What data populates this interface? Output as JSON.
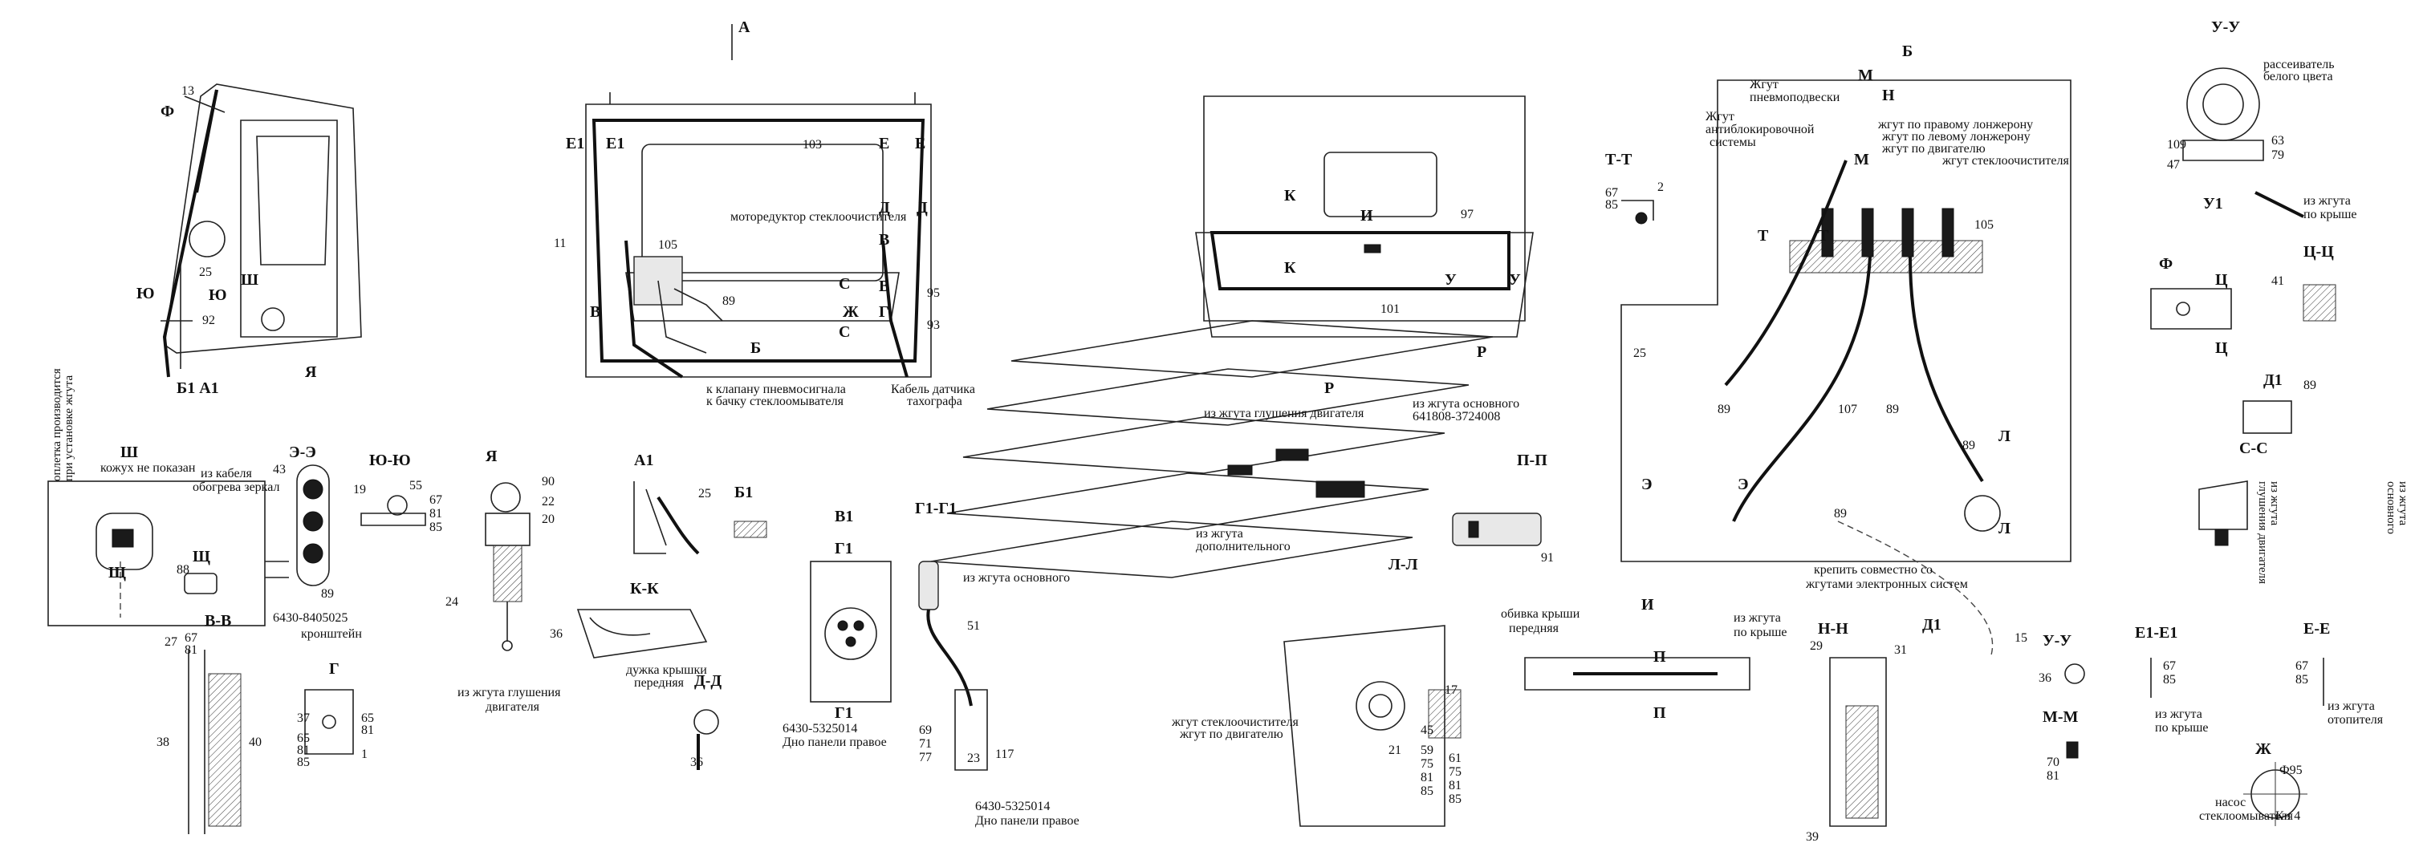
{
  "views": {
    "sec_A": "А",
    "sec_B": "Б",
    "sec_UU": "У-У",
    "sec_TT": "Т-Т",
    "sec_Sh": "Ш",
    "sec_EE": "Э-Э",
    "sec_YuYu": "Ю-Ю",
    "sec_Ya": "Я",
    "sec_A1": "А1",
    "sec_B1": "Б1",
    "sec_V1": "В1",
    "sec_G1G1": "Г1-Г1",
    "sec_G1": "Г1",
    "sec_G1b": "Г1",
    "sec_KK": "К-К",
    "sec_VV": "В-В",
    "sec_G": "Г",
    "sec_DD": "Д-Д",
    "sec_PP": "П-П",
    "sec_LL": "Л-Л",
    "sec_I": "И",
    "sec_NN": "Н-Н",
    "sec_UU2": "У-У",
    "sec_MM": "М-М",
    "sec_E1E1": "Е1-Е1",
    "sec_EE2": "Е-Е",
    "sec_Zh": "Ж",
    "sec_CC": "Ц-Ц",
    "sec_SS": "С-С",
    "sec_D1": "Д1",
    "sec_F": "Ф",
    "sec_Shch": "Щ",
    "sec_R": "Р"
  },
  "labels": {
    "l13": "13",
    "lF": "Ф",
    "l25a": "25",
    "lYu": "Ю",
    "lYu2": "Ю",
    "lSh": "Ш",
    "l92": "92",
    "lYa": "Я",
    "lB1A1": "Б1 А1",
    "lE1a": "Е1",
    "lE1b": "Е1",
    "l103": "103",
    "lEa": "Е",
    "lEb": "Е",
    "lDa": "Д",
    "lDb": "Д",
    "l11": "11",
    "l105a": "105",
    "l89a": "89",
    "lVa": "В",
    "lVb": "В",
    "lSa": "С",
    "lSb": "С",
    "lZh": "Ж",
    "lVc": "В",
    "lG": "Г",
    "l95": "95",
    "l93": "93",
    "lBa": "Б",
    "motoreduktor": "моторедуктор стеклоочистителя",
    "klapan": "к клапану пневмосигнала",
    "bachok": "к бачку стеклоомывателя",
    "kabel_tacho1": "Кабель датчика",
    "kabel_tacho2": "тахографа",
    "lK1": "К",
    "lK2": "К",
    "lI": "И",
    "l97": "97",
    "lU1": "У",
    "lU2": "У",
    "l101": "101",
    "lR1": "Р",
    "lR2": "Р",
    "iz_glush": "из жгута глушения двигателя",
    "iz_osn1": "из жгута основного",
    "iz_osn2": "641808-3724008",
    "iz_dop1": "из жгута",
    "iz_dop2": "дополнительного",
    "lPP": "П-П",
    "l91": "91",
    "zhgut_pnevmo1": "Жгут",
    "zhgut_pnevmo2": "пневмоподвески",
    "zhgut_abs1": "Жгут",
    "zhgut_abs2": "антиблокировочной",
    "zhgut_abs3": "системы",
    "lM1": "М",
    "lN1": "Н",
    "po_prav": "жгут по правому лонжерону",
    "po_lev": "жгут по левому лонжерону",
    "po_dvig": "жгут по двигателю",
    "steklo": "жгут стеклоочистителя",
    "lM2": "М",
    "lT1": "Т",
    "lT2": "Т",
    "l105b": "105",
    "l25b": "25",
    "l89b": "89",
    "l107": "107",
    "l89c": "89",
    "l89d": "89",
    "lL1": "Л",
    "lE2": "Э",
    "lE3": "Э",
    "l89e": "89",
    "lL2": "Л",
    "krepit1": "крепить совместно со",
    "krepit2": "жгутами электронных систем",
    "lD1a": "Д1",
    "l15": "15",
    "rasseivatel1": "рассеиватель",
    "rasseivatel2": "белого цвета",
    "l109": "109",
    "l47": "47",
    "l63": "63",
    "l79": "79",
    "lU1b": "У1",
    "iz_kryshi1": "из жгута",
    "iz_kryshi2": "по крыше",
    "lTT67": "67",
    "lTT85": "85",
    "lTT2": "2",
    "lFb": "Ф",
    "lTs1": "Ц",
    "lTs2": "Ц",
    "l41": "41",
    "lD1b": "Д1",
    "l89f": "89",
    "iz_glush_v1": "из жгута",
    "iz_glush_v2": "глушения двигателя",
    "osn_v1": "основного",
    "osn_v2": "из жгута",
    "kozhuh": "кожух не показан",
    "iz_kabelya1": "из кабеля",
    "iz_kabelya2": "обогрева зеркал",
    "opletka1": "оплетка производится",
    "opletka2": "при установке жгута",
    "l88": "88",
    "lShch": "Щ",
    "l43": "43",
    "l89g": "89",
    "kronsh1": "6430-8405025",
    "kronsh2": "кронштейн",
    "l19": "19",
    "l55": "55",
    "l67a": "67",
    "l81a": "81",
    "l85a": "85",
    "l90": "90",
    "l22": "22",
    "l20": "20",
    "l24": "24",
    "iz_glush_ya1": "из жгута глушения",
    "iz_glush_ya2": "двигателя",
    "l25c": "25",
    "iz_osnovnogo": "из жгута основного",
    "dno1": "6430-5325014",
    "dno2": "Дно панели правое",
    "dno3": "6430-5325014",
    "dno4": "Дно панели правое",
    "l51": "51",
    "l69": "69",
    "l71": "71",
    "l77": "77",
    "l23": "23",
    "l117": "117",
    "l36a": "36",
    "duzhka1": "дужка крышки",
    "duzhka2": "передняя",
    "l27": "27",
    "l67b": "67",
    "l81b": "81",
    "l38": "38",
    "l40": "40",
    "l37": "37",
    "l65a": "65",
    "l81c": "81",
    "l85b": "85",
    "l65b": "65",
    "l81d": "81",
    "l1": "1",
    "l36b": "36",
    "steklo_ll": "жгут стеклоочистителя",
    "dvig_ll": "жгут по двигателю",
    "l17": "17",
    "l45": "45",
    "l59": "59",
    "l75a": "75",
    "l81e": "81",
    "l85c": "85",
    "l21": "21",
    "l61": "61",
    "l75b": "75",
    "l81f": "81",
    "l85d": "85",
    "obivka1": "обивка крыши",
    "obivka2": "передняя",
    "lPa": "П",
    "lPb": "П",
    "po_kryshe1": "из жгута",
    "po_kryshe2": "по крыше",
    "l29": "29",
    "l31": "31",
    "l39": "39",
    "l36c": "36",
    "l70": "70",
    "l81g": "81",
    "l67c": "67",
    "l85e": "85",
    "e1_kr1": "из жгута",
    "e1_kr2": "по крыше",
    "l67d": "67",
    "l85f": "85",
    "otop1": "из жгута",
    "otop2": "отопителя",
    "f95": "Ф95",
    "nasos1": "насос",
    "nasos2": "стеклоомывателя",
    "kn4": "Кн 4"
  }
}
